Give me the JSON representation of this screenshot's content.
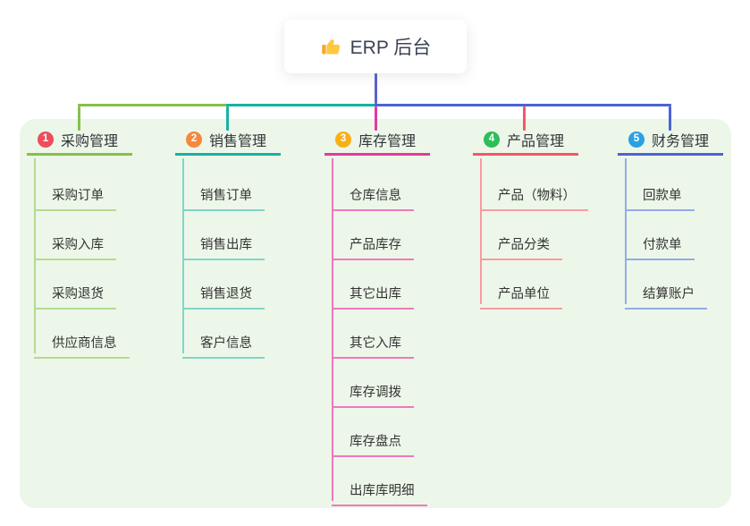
{
  "title": {
    "icon": "thumbs-up",
    "text": "ERP 后台"
  },
  "colors": {
    "page_background": "#ffffff",
    "panel_background": "#edf7e9",
    "root_connector": "#5b63c9",
    "title_text": "#3d4356",
    "node_text": "#333333"
  },
  "branches": [
    {
      "number": "1",
      "label": "采购管理",
      "badge_color": "#ee4d5c",
      "line_color": "#85c04d",
      "child_line_color": "#b5da90",
      "children": [
        "采购订单",
        "采购入库",
        "采购退货",
        "供应商信息"
      ]
    },
    {
      "number": "2",
      "label": "销售管理",
      "badge_color": "#f6883d",
      "line_color": "#15b2a5",
      "child_line_color": "#7fd6c9",
      "children": [
        "销售订单",
        "销售出库",
        "销售退货",
        "客户信息"
      ]
    },
    {
      "number": "3",
      "label": "库存管理",
      "badge_color": "#f9b017",
      "line_color": "#e23a9e",
      "child_line_color": "#f276be",
      "children": [
        "仓库信息",
        "产品库存",
        "其它出库",
        "其它入库",
        "库存调拨",
        "库存盘点",
        "出库库明细"
      ]
    },
    {
      "number": "4",
      "label": "产品管理",
      "badge_color": "#2ebd5b",
      "line_color": "#f25863",
      "child_line_color": "#f89ba1",
      "children": [
        "产品（物料）",
        "产品分类",
        "产品单位"
      ]
    },
    {
      "number": "5",
      "label": "财务管理",
      "badge_color": "#2ba0e3",
      "line_color": "#4b64d3",
      "child_line_color": "#94aae9",
      "children": [
        "回款单",
        "付款单",
        "结算账户"
      ]
    }
  ]
}
